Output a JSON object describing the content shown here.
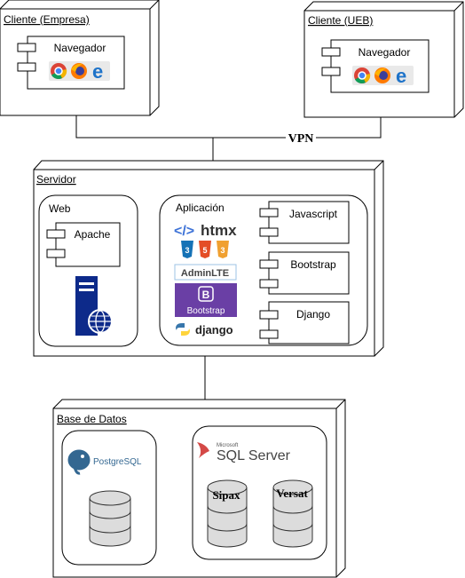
{
  "nodes": {
    "client_company": {
      "title": "Cliente (Empresa)",
      "component": "Navegador"
    },
    "client_ueb": {
      "title": "Cliente (UEB)",
      "component": "Navegador"
    },
    "server": {
      "title": "Servidor",
      "web": {
        "label": "Web",
        "component": "Apache"
      },
      "app": {
        "label": "Aplicación",
        "components": [
          "Javascript",
          "Bootstrap",
          "Django"
        ],
        "logos": {
          "htmx": "htmx",
          "adminlte": "AdminLTE",
          "bootstrap": "Bootstrap",
          "django": "django"
        }
      }
    },
    "database": {
      "title": "Base de Datos",
      "postgres_logo": "PostgreSQL",
      "sqlserver_small": "Microsoft",
      "sqlserver_logo": "SQL Server",
      "databases": [
        "Sipax",
        "Versat"
      ]
    }
  },
  "connection_label": "VPN",
  "colors": {
    "line": "#000000",
    "navy": "#0d2a8a",
    "bootstrap_purple": "#6a3fa5",
    "postgres_blue": "#336791",
    "db_fill": "#dcdcdc",
    "html5_orange": "#e44d26",
    "css3_blue": "#1572b6",
    "python_blue": "#3776ab",
    "python_yellow": "#ffd43b",
    "sql_red": "#cc2927"
  },
  "icons": [
    "component-icon",
    "chrome-icon",
    "firefox-icon",
    "edge-icon",
    "server-globe-icon",
    "database-cylinder-icon",
    "python-icon",
    "elephant-icon"
  ]
}
